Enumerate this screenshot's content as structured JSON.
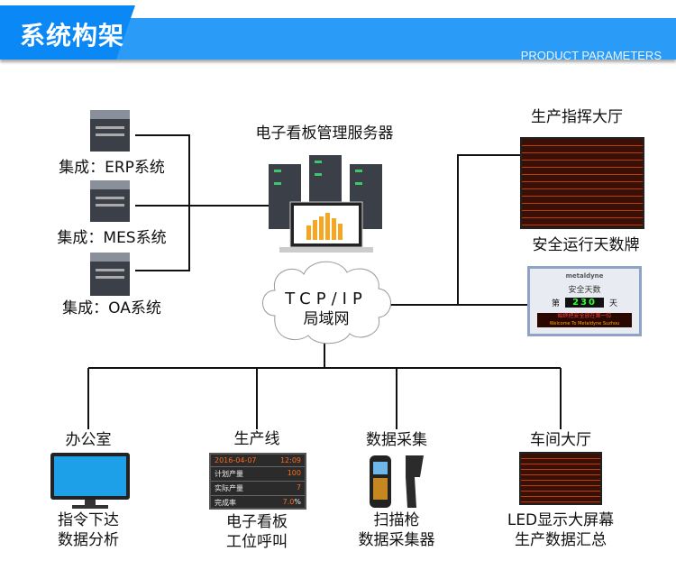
{
  "header": {
    "title": "系统构架",
    "subtitle": "PRODUCT PARAMETERS",
    "colors": {
      "tab": "#0a88f5",
      "band": "#2b9bf8"
    }
  },
  "left": {
    "items": [
      {
        "label": "集成：ERP系统",
        "icon": "server-icon"
      },
      {
        "label": "集成：MES系统",
        "icon": "server-icon"
      },
      {
        "label": "集成：OA系统",
        "icon": "server-icon"
      }
    ]
  },
  "center": {
    "server_label": "电子看板管理服务器",
    "network": {
      "line1": "TCP/IP",
      "line2": "局域网"
    }
  },
  "right": {
    "items": [
      {
        "label": "生产指挥大厅",
        "icon": "led-board-icon"
      },
      {
        "label": "安全运行天数牌",
        "icon": "safety-days-board-icon",
        "brand": "metaldyne",
        "board_title": "安全天数",
        "prefix": "第",
        "days": "230",
        "suffix": "天",
        "banner": "始终把安全放在第一位",
        "banner_en": "Welcome To Metaldyne Suzhou"
      }
    ]
  },
  "bottom": {
    "items": [
      {
        "title": "办公室",
        "lines": [
          "指令下达",
          "数据分析"
        ],
        "icon": "monitor-icon"
      },
      {
        "title": "生产线",
        "lines": [
          "电子看板",
          "工位呼叫"
        ],
        "icon": "production-board-icon",
        "board": {
          "date": "2016-04-07",
          "time": "12:09",
          "rows": [
            {
              "label": "计划产量",
              "value": "100"
            },
            {
              "label": "实际产量",
              "value": "7"
            },
            {
              "label": "完成率",
              "value": "7.0",
              "unit": "%"
            }
          ]
        }
      },
      {
        "title": "数据采集",
        "lines": [
          "扫描枪",
          "数据采集器"
        ],
        "icon": "scanner-icon"
      },
      {
        "title": "车间大厅",
        "lines": [
          "LED显示大屏幕",
          "生产数据汇总"
        ],
        "icon": "led-board-icon"
      }
    ]
  }
}
